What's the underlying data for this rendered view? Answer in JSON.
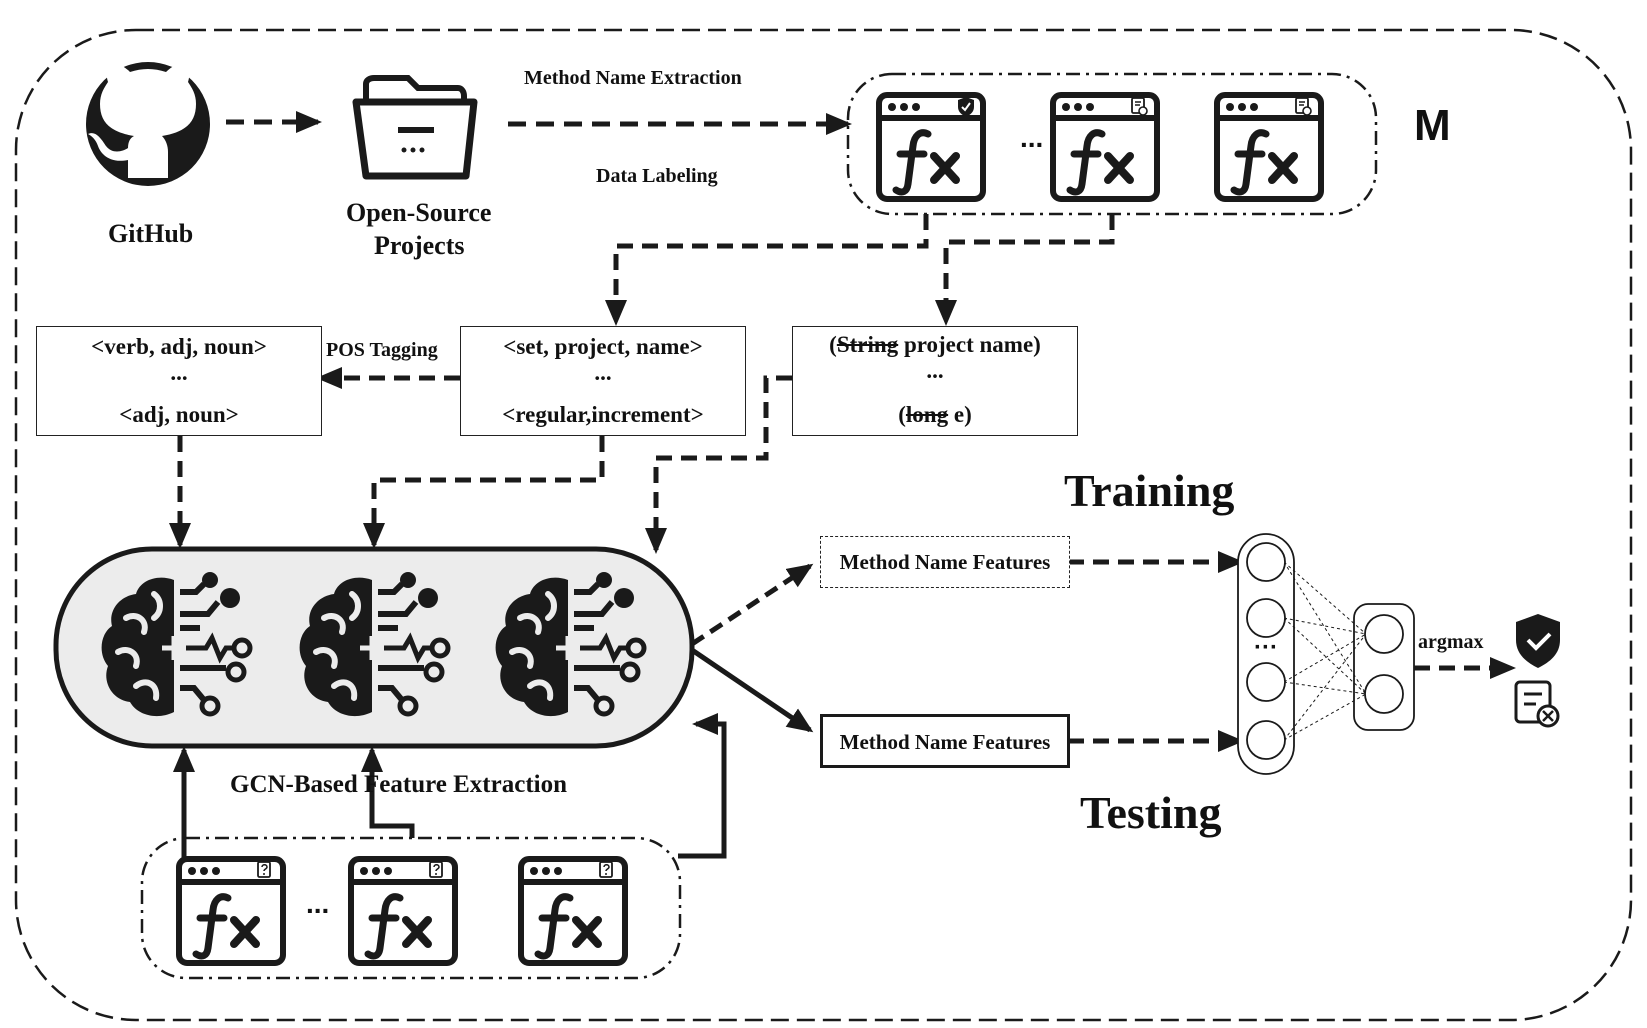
{
  "labels": {
    "github": "GitHub",
    "open_source_line1": "Open-Source",
    "open_source_line2": "Projects",
    "method_name_extraction": "Method Name Extraction",
    "data_labeling": "Data Labeling",
    "m_label": "M",
    "pos_tagging": "POS Tagging",
    "gcn_feature_extraction": "GCN-Based Feature Extraction",
    "training": "Training",
    "testing": "Testing",
    "argmax": "argmax",
    "ellipsis": "...",
    "ellipsis_mid": "···"
  },
  "pos_box": {
    "line1": "<verb, adj, noun>",
    "line2": "...",
    "line3": "<adj, noun>"
  },
  "token_box": {
    "line1": "<set, project, name>",
    "line2": "...",
    "line3": "<regular,increment>"
  },
  "type_box": {
    "line1_open": "(",
    "line1_strike": "String",
    "line1_rest": " project name)",
    "line2": "...",
    "line3_open": "(",
    "line3_strike": "long",
    "line3_rest": " e)"
  },
  "features": {
    "training_label": "Method Name Features",
    "testing_label": "Method Name Features"
  },
  "icons": [
    "github-icon",
    "folder-icon",
    "function-window-icon",
    "shield-check-icon",
    "document-gear-icon",
    "document-question-icon",
    "brain-circuit-icon",
    "neural-network-icon",
    "shield-verified-icon",
    "document-reject-icon"
  ],
  "colors": {
    "ink": "#1a1a1a",
    "gcn_fill": "#ececec"
  }
}
